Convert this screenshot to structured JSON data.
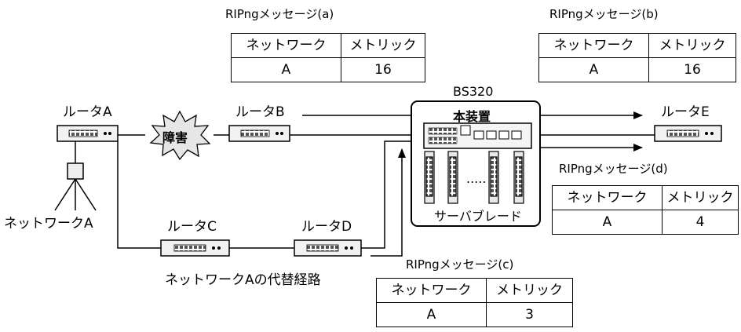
{
  "routers": {
    "a": "ルータA",
    "b": "ルータB",
    "c": "ルータC",
    "d": "ルータD",
    "e": "ルータE"
  },
  "fault_label": "障害",
  "network_a_label": "ネットワークA",
  "alt_route_label": "ネットワークAの代替経路",
  "device": {
    "model": "BS320",
    "main_unit": "本装置",
    "server_blade": "サーバブレード",
    "ellipsis": "....."
  },
  "messages": {
    "a": {
      "title": "RIPngメッセージ(a)",
      "col_network": "ネットワーク",
      "col_metric": "メトリック",
      "network": "A",
      "metric": "16"
    },
    "b": {
      "title": "RIPngメッセージ(b)",
      "col_network": "ネットワーク",
      "col_metric": "メトリック",
      "network": "A",
      "metric": "16"
    },
    "c": {
      "title": "RIPngメッセージ(c)",
      "col_network": "ネットワーク",
      "col_metric": "メトリック",
      "network": "A",
      "metric": "3"
    },
    "d": {
      "title": "RIPngメッセージ(d)",
      "col_network": "ネットワーク",
      "col_metric": "メトリック",
      "network": "A",
      "metric": "4"
    }
  }
}
